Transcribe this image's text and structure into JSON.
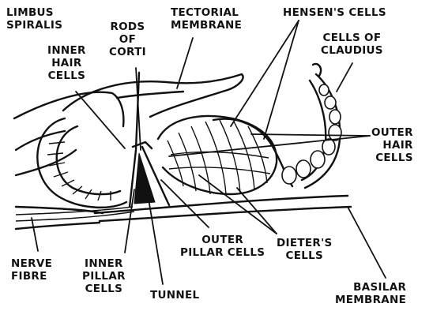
{
  "figure": {
    "ink_color": "#111111",
    "background_color": "#ffffff",
    "labels": {
      "limbus_spiralis": [
        "LIMBUS",
        "SPIRALIS"
      ],
      "rods_of_corti": [
        "RODS",
        "OF",
        "CORTI"
      ],
      "tectorial_membrane": [
        "TECTORIAL",
        "MEMBRANE"
      ],
      "hensens_cells": [
        "HENSEN'S CELLS"
      ],
      "cells_of_claudius": [
        "CELLS OF",
        "CLAUDIUS"
      ],
      "inner_hair_cells": [
        "INNER",
        "HAIR",
        "CELLS"
      ],
      "outer_hair_cells": [
        "OUTER",
        "HAIR",
        "CELLS"
      ],
      "nerve_fibre": [
        "NERVE",
        "FIBRE"
      ],
      "inner_pillar_cells": [
        "INNER",
        "PILLAR",
        "CELLS"
      ],
      "tunnel": [
        "TUNNEL"
      ],
      "outer_pillar_cells": [
        "OUTER",
        "PILLAR CELLS"
      ],
      "dieters_cells": [
        "DIETER'S",
        "CELLS"
      ],
      "basilar_membrane": [
        "BASILAR",
        "MEMBRANE"
      ]
    }
  }
}
